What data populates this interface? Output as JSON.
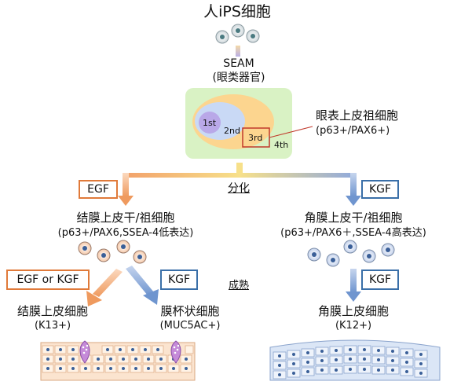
{
  "source": {
    "title": "人iPS细胞"
  },
  "seam": {
    "line1": "SEAM",
    "line2": "(眼类器官)"
  },
  "zones": {
    "first": "1st",
    "second": "2nd",
    "third": "3rd",
    "fourth": "4th"
  },
  "progenitor_label": {
    "line1": "眼表上皮祖细胞",
    "line2": "(p63+/PAX6+)"
  },
  "differentiation": "分化",
  "maturation": "成熟",
  "factors": {
    "egf": "EGF",
    "kgf_right": "KGF",
    "egf_or_kgf": "EGF or KGF",
    "kgf_goblet": "KGF",
    "kgf_corneal": "KGF"
  },
  "conj_progenitor": {
    "line1": "结膜上皮干/祖细胞",
    "line2": "(p63+/PAX6,SSEA-4低表达)"
  },
  "corneal_progenitor": {
    "line1": "角膜上皮干/祖细胞",
    "line2": "(p63+/PAX6＋,SSEA-4高表达)"
  },
  "conj_epithelial": {
    "line1": "结膜上皮细胞",
    "line2": "(K13+)"
  },
  "goblet": {
    "line1": "膜杯状细胞",
    "line2": "(MUC5AC+)"
  },
  "corneal_epithelial": {
    "line1": "角膜上皮细胞",
    "line2": "(K12+)"
  },
  "colors": {
    "orange": "#e07a3a",
    "blue": "#3a6fa8",
    "seam_bg": "#d9f2c4",
    "zone_outer": "#fcd58f",
    "zone_inner": "#c9d9f5",
    "zone_first": "#b9a8e8"
  }
}
